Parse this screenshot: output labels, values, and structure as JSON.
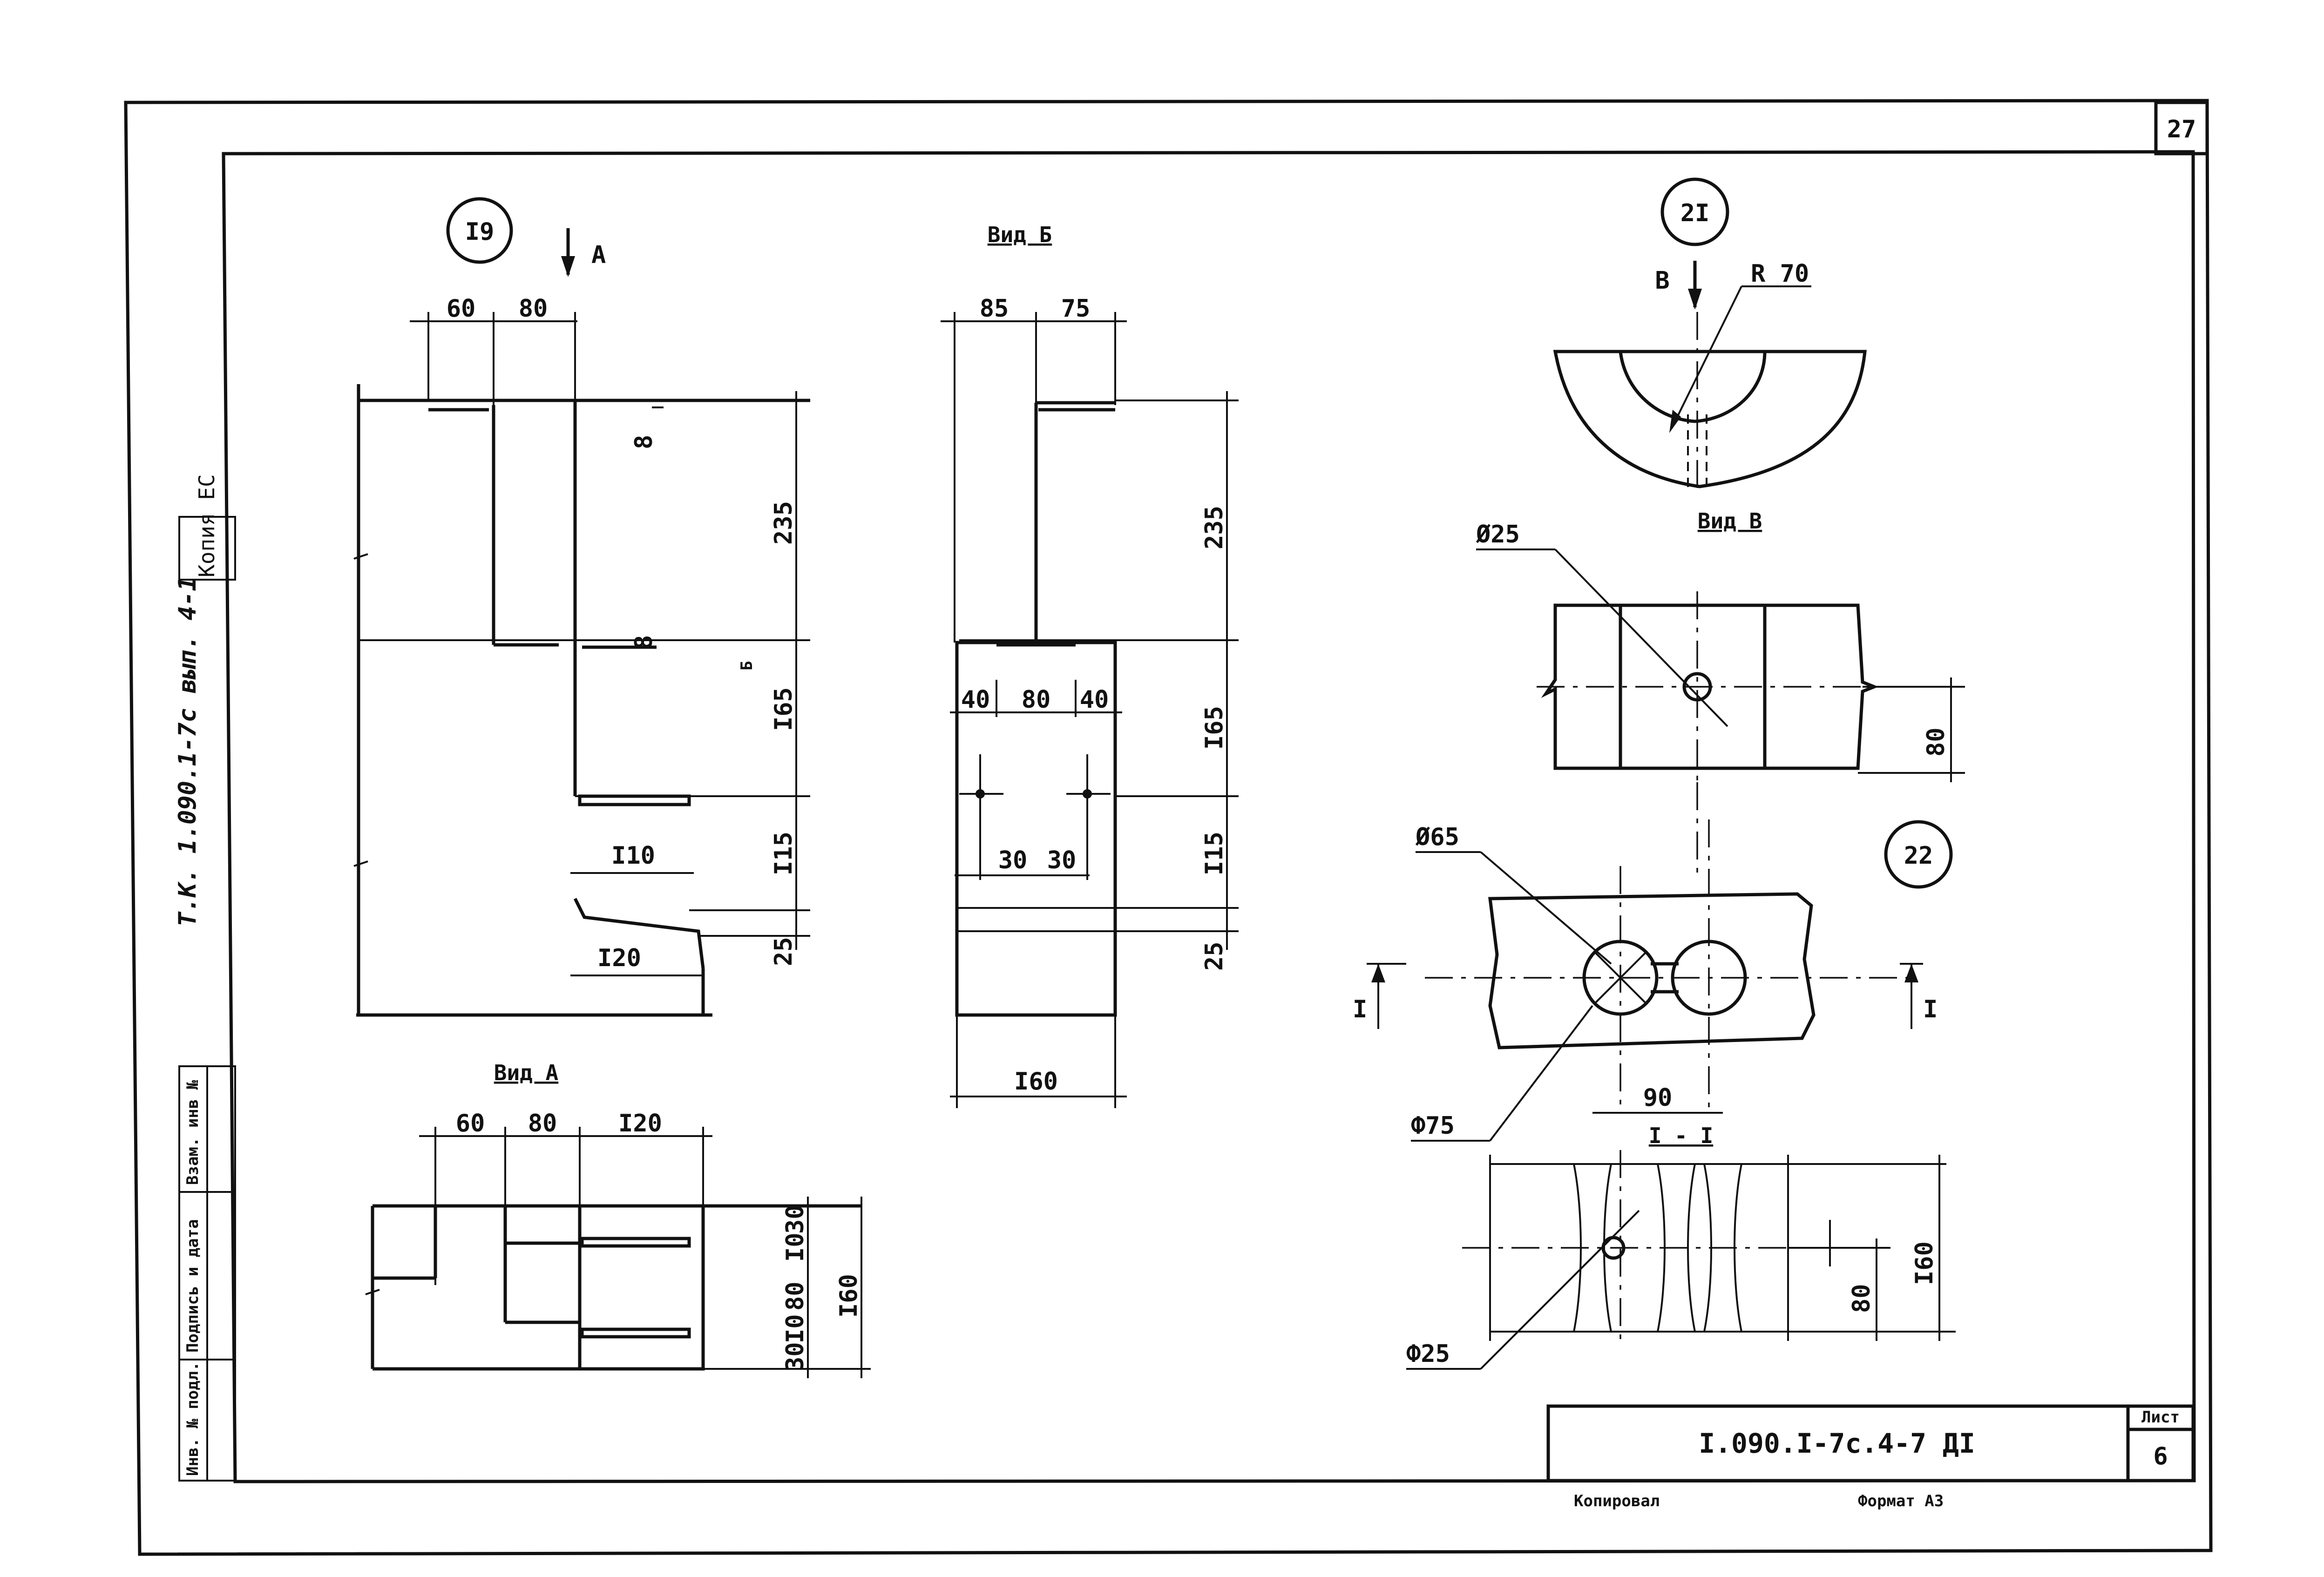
{
  "sheet_number_top": "27",
  "side_stamp": "Копия ЕС",
  "side_designation": "Т.К. 1.090.1-7с вып. 4-1",
  "left_table": {
    "col1": "Инв. № подл.",
    "col2": "Подпись и дата",
    "col3": "Взам. инв №"
  },
  "callouts": {
    "c19": "I9",
    "c21": "2I",
    "c22": "22"
  },
  "view_labels": {
    "view_a_arrow": "А",
    "view_a_title": "Вид А",
    "view_b_title": "Вид Б",
    "view_b_arrow": "Б",
    "view_v_title": "Вид В",
    "view_v_arrow": "В",
    "section_title": "I - I",
    "section_mark_left": "I",
    "section_mark_right": "I"
  },
  "dims19": {
    "d60": "60",
    "d80": "80",
    "d8a": "8",
    "d235": "235",
    "d8b": "8",
    "d165": "I65",
    "d115": "I15",
    "d25": "25",
    "d110": "I10",
    "d120": "I20"
  },
  "dimsB": {
    "d85": "85",
    "d75": "75",
    "d235": "235",
    "d165": "I65",
    "d115": "I15",
    "d25": "25",
    "d40a": "40",
    "d80": "80",
    "d40b": "40",
    "d30a": "30",
    "d30b": "30",
    "d160": "I60"
  },
  "dimsA": {
    "d60": "60",
    "d80": "80",
    "d120": "I20",
    "d30a": "30",
    "d10a": "I0",
    "d80v": "80",
    "d10b": "I0",
    "d30b": "30",
    "d160": "I60"
  },
  "dims21": {
    "r70": "R 70",
    "phi25a": "Ø25",
    "d80": "80",
    "phi65": "Ø65",
    "phi75": "Ф75",
    "d90": "90",
    "d80s": "80",
    "d160s": "I60",
    "phi25b": "Ф25"
  },
  "title_block": {
    "designation": "I.090.I-7с.4-7 ДI",
    "sheet_label": "Лист",
    "sheet_no": "6"
  },
  "footer": {
    "copied": "Копировал",
    "format": "Формат А3"
  }
}
